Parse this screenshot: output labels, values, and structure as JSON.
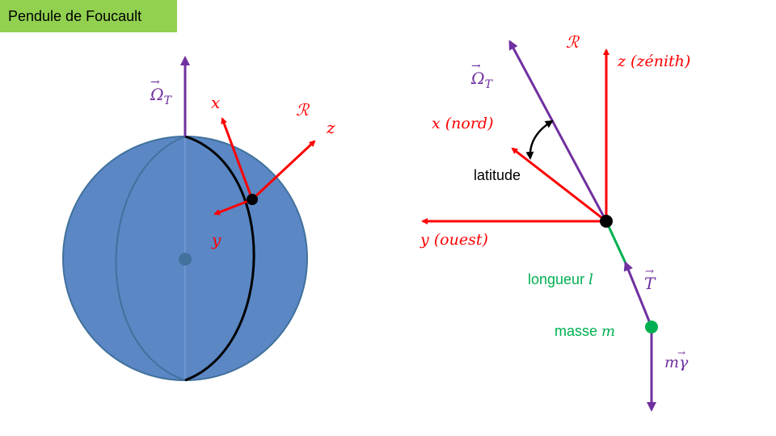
{
  "title": "Pendule de Foucault",
  "colors": {
    "title_bg": "#92d050",
    "sphere_fill": "#5b87c5",
    "sphere_stroke": "#41719c",
    "red": "#ff0000",
    "purple": "#7030a0",
    "green": "#00b050",
    "black": "#000000"
  },
  "left": {
    "omega_label": "Ω",
    "omega_sub": "T",
    "x_label": "x",
    "y_label": "y",
    "z_label": "z",
    "frame_label": "ℛ"
  },
  "right": {
    "omega_label": "Ω",
    "omega_sub": "T",
    "frame_label": "ℛ",
    "z_label": "z (zénith)",
    "x_label": "x (nord)",
    "y_label": "y (ouest)",
    "latitude_label": "latitude",
    "length_text": "longueur ",
    "length_var": "l",
    "mass_text": "masse ",
    "mass_var": "m",
    "tension_label": "T",
    "weight_label": "mγ"
  }
}
